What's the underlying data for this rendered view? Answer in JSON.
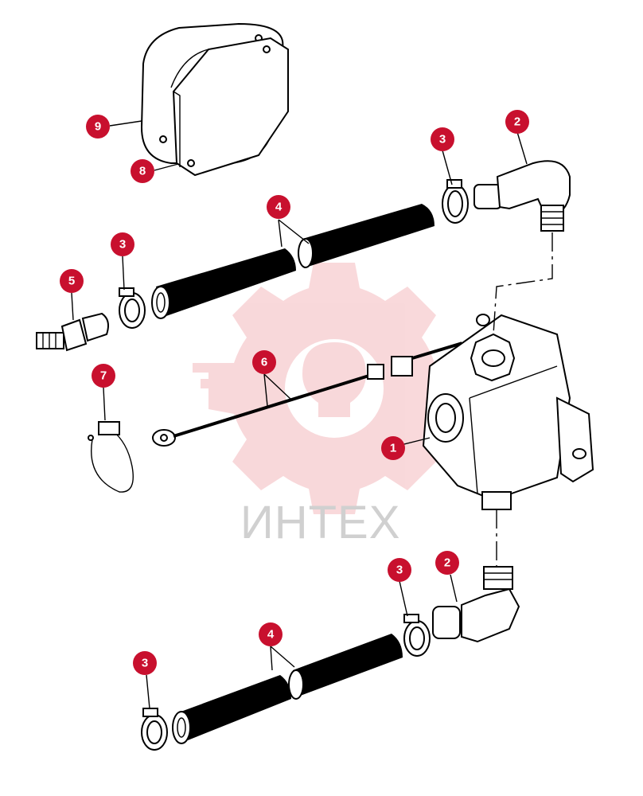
{
  "watermark": {
    "text": "ИНТЕХ",
    "color": "#f4b9bd"
  },
  "callout_color": "#c8102e",
  "callouts": [
    {
      "id": "c9",
      "label": "9"
    },
    {
      "id": "c8",
      "label": "8"
    },
    {
      "id": "c3a",
      "label": "3"
    },
    {
      "id": "c2a",
      "label": "2"
    },
    {
      "id": "c4a",
      "label": "4"
    },
    {
      "id": "c3b",
      "label": "3"
    },
    {
      "id": "c5",
      "label": "5"
    },
    {
      "id": "c6",
      "label": "6"
    },
    {
      "id": "c7",
      "label": "7"
    },
    {
      "id": "c1",
      "label": "1"
    },
    {
      "id": "c3c",
      "label": "3"
    },
    {
      "id": "c2b",
      "label": "2"
    },
    {
      "id": "c4b",
      "label": "4"
    },
    {
      "id": "c3d",
      "label": "3"
    }
  ]
}
